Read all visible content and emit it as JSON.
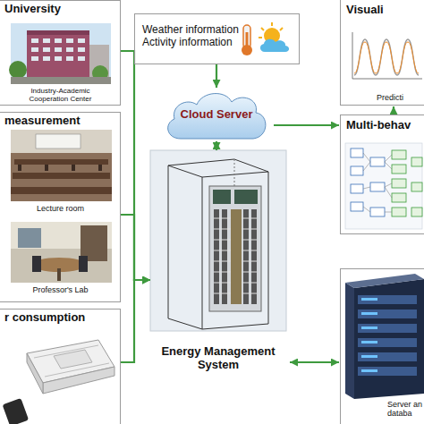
{
  "diagram": {
    "nodes": [
      {
        "text": [
          "University",
          "Industry-Academic Cooperation Center"
        ]
      },
      {
        "text": [
          "measurement",
          "Lecture room",
          "Professor's Lab"
        ]
      },
      {
        "text": [
          "r consumption"
        ]
      },
      {
        "text": [
          "Weather information Activity information"
        ]
      },
      {
        "text": [
          "Cloud Server"
        ]
      },
      {
        "text": [
          "Energy Management System"
        ]
      },
      {
        "text": [
          "Visuali",
          "Predicti"
        ]
      },
      {
        "text": [
          "Multi-behav"
        ]
      },
      {
        "text": [
          "Server an databa"
        ]
      }
    ],
    "edges": [
      {
        "from": 0,
        "to": 5,
        "arrow": "to"
      },
      {
        "from": 1,
        "to": 5,
        "arrow": "to"
      },
      {
        "from": 2,
        "to": 5,
        "arrow": "to"
      },
      {
        "from": 3,
        "to": 4,
        "arrow": "to"
      },
      {
        "from": 4,
        "to": 5,
        "arrow": "both"
      },
      {
        "from": 4,
        "to": 7,
        "arrow": "to"
      },
      {
        "from": 7,
        "to": 6,
        "arrow": "to"
      },
      {
        "from": 5,
        "to": 8,
        "arrow": "both"
      }
    ]
  }
}
